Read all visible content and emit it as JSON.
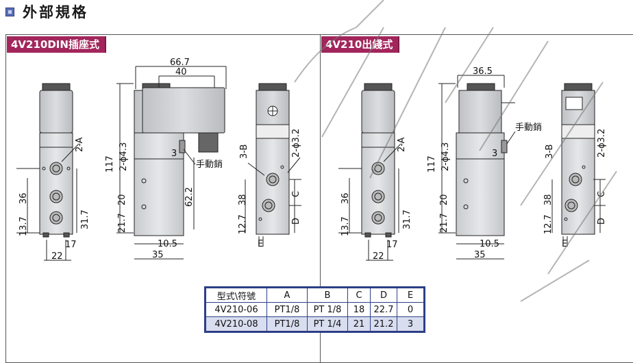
{
  "header": {
    "title": "外部規格"
  },
  "panels": {
    "left": {
      "title": "4V210DIN插座式"
    },
    "right": {
      "title": "4V210出綫式"
    }
  },
  "left_dims": {
    "d1": "66.7",
    "d2": "40",
    "d3": "117",
    "d4": "2-ϕ4.3",
    "d5": "3",
    "d6": "手動銷",
    "d7": "62.2",
    "d8": "21.7",
    "d9": "20",
    "d10": "10.5",
    "d11": "35",
    "d12": "36",
    "d13": "13.7",
    "d14": "31.7",
    "d15": "17",
    "d16": "22",
    "d17": "2-A",
    "d18": "3-B",
    "d19": "2-ϕ3.2",
    "d20": "38",
    "d21": "12.7",
    "d22": "C",
    "d23": "D",
    "d24": "E"
  },
  "right_dims": {
    "d1": "36.5",
    "d2": "手動銷",
    "d3": "3",
    "d4": "117",
    "d5": "2-ϕ4.3",
    "d6": "21.7",
    "d7": "20",
    "d8": "10.5",
    "d9": "35",
    "d10": "36",
    "d11": "13.7",
    "d12": "31.7",
    "d13": "17",
    "d14": "22",
    "d15": "2-A",
    "d16": "3-B",
    "d17": "2-ϕ3.2",
    "d18": "38",
    "d19": "12.7",
    "d20": "C",
    "d21": "D",
    "d22": "E"
  },
  "table": {
    "headers": [
      "型式\\符號",
      "A",
      "B",
      "C",
      "D",
      "E"
    ],
    "rows": [
      [
        "4V210-06",
        "PT1/8",
        "PT 1/8",
        "18",
        "22.7",
        "0"
      ],
      [
        "4V210-08",
        "PT1/8",
        "PT 1/4",
        "21",
        "21.2",
        "3"
      ]
    ]
  },
  "colors": {
    "panel_title_bg": "#a2265c",
    "table_border": "#2c3f86",
    "table_alt_row": "#d8ddef",
    "body_fill": "#d7d9db"
  }
}
